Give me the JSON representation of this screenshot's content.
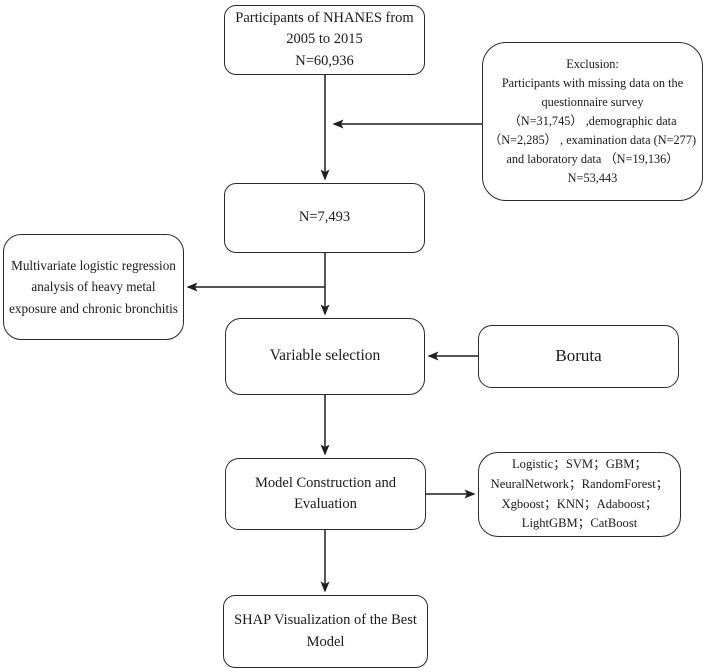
{
  "diagram": {
    "title": "NHANES study participant selection and modeling flowchart",
    "boxes": {
      "participants": {
        "lines": [
          "Participants of NHANES from",
          "2005 to 2015",
          "N=60,936"
        ]
      },
      "exclusion": {
        "lines": [
          "Exclusion:",
          "Participants with missing data on the",
          "questionnaire survey",
          "（N=31,745） ,demographic data",
          "（N=2,285） , examination data (N=277)",
          "and laboratory data （N=19,136）",
          "N=53,443"
        ]
      },
      "n7493": {
        "lines": [
          "N=7,493"
        ]
      },
      "multivariate": {
        "lines": [
          "Multivariate logistic regression",
          "analysis of  heavy metal",
          "exposure and chronic bronchitis"
        ]
      },
      "variable_selection": {
        "lines": [
          "Variable selection"
        ]
      },
      "boruta": {
        "lines": [
          "Boruta"
        ]
      },
      "model_construction": {
        "lines": [
          "Model Construction and",
          "Evaluation"
        ]
      },
      "model_list": {
        "lines": [
          "Logistic；SVM；GBM；",
          "NeuralNetwork；RandomForest；",
          "Xgboost；KNN；Adaboost；",
          "LightGBM；CatBoost"
        ]
      },
      "shap": {
        "lines": [
          "SHAP Visualization of the Best",
          "Model"
        ]
      }
    },
    "colors": {
      "stroke": "#1f1f1f",
      "background": "#ffffff",
      "text": "#1a1a1a"
    }
  }
}
